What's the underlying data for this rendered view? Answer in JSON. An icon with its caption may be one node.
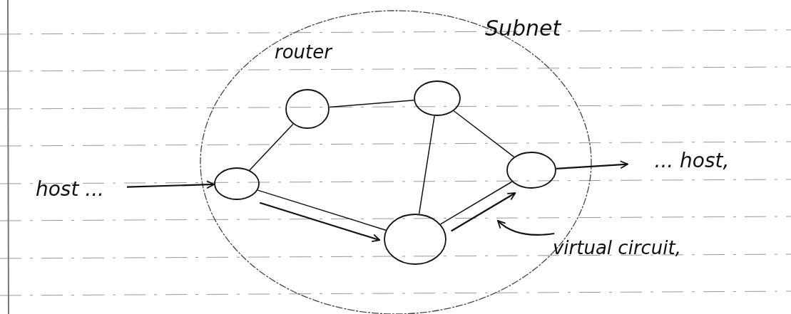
{
  "diagram": {
    "nodes": [
      {
        "text": [
          "Subnet"
        ]
      },
      {
        "text": [],
        "shape": "circle",
        "in": 0,
        "beside": [
          "router"
        ]
      },
      {
        "text": [],
        "shape": "circle",
        "in": 0
      },
      {
        "text": [],
        "shape": "circle",
        "in": 0
      },
      {
        "text": [],
        "shape": "circle",
        "in": 0
      },
      {
        "text": [],
        "shape": "circle",
        "in": 0
      },
      {
        "text": [
          "host ..."
        ]
      },
      {
        "text": [
          "... host,"
        ]
      },
      {
        "text": [
          "virtual circuit,"
        ]
      }
    ],
    "edges": [
      {
        "from": 3,
        "to": 1,
        "arrow": "none"
      },
      {
        "from": 1,
        "to": 2,
        "arrow": "none"
      },
      {
        "from": 2,
        "to": 4,
        "arrow": "none"
      },
      {
        "from": 2,
        "to": 5,
        "arrow": "none"
      },
      {
        "from": 3,
        "to": 4,
        "arrow": "none"
      },
      {
        "from": 4,
        "to": 5,
        "arrow": "none"
      },
      {
        "from": 6,
        "to": 3,
        "arrow": "to"
      },
      {
        "from": 3,
        "to": 4,
        "arrow": "to"
      },
      {
        "from": 4,
        "to": 5,
        "arrow": "to"
      },
      {
        "from": 5,
        "to": 7,
        "arrow": "to"
      },
      {
        "from": 8,
        "to": null,
        "arrow": "to"
      }
    ]
  }
}
